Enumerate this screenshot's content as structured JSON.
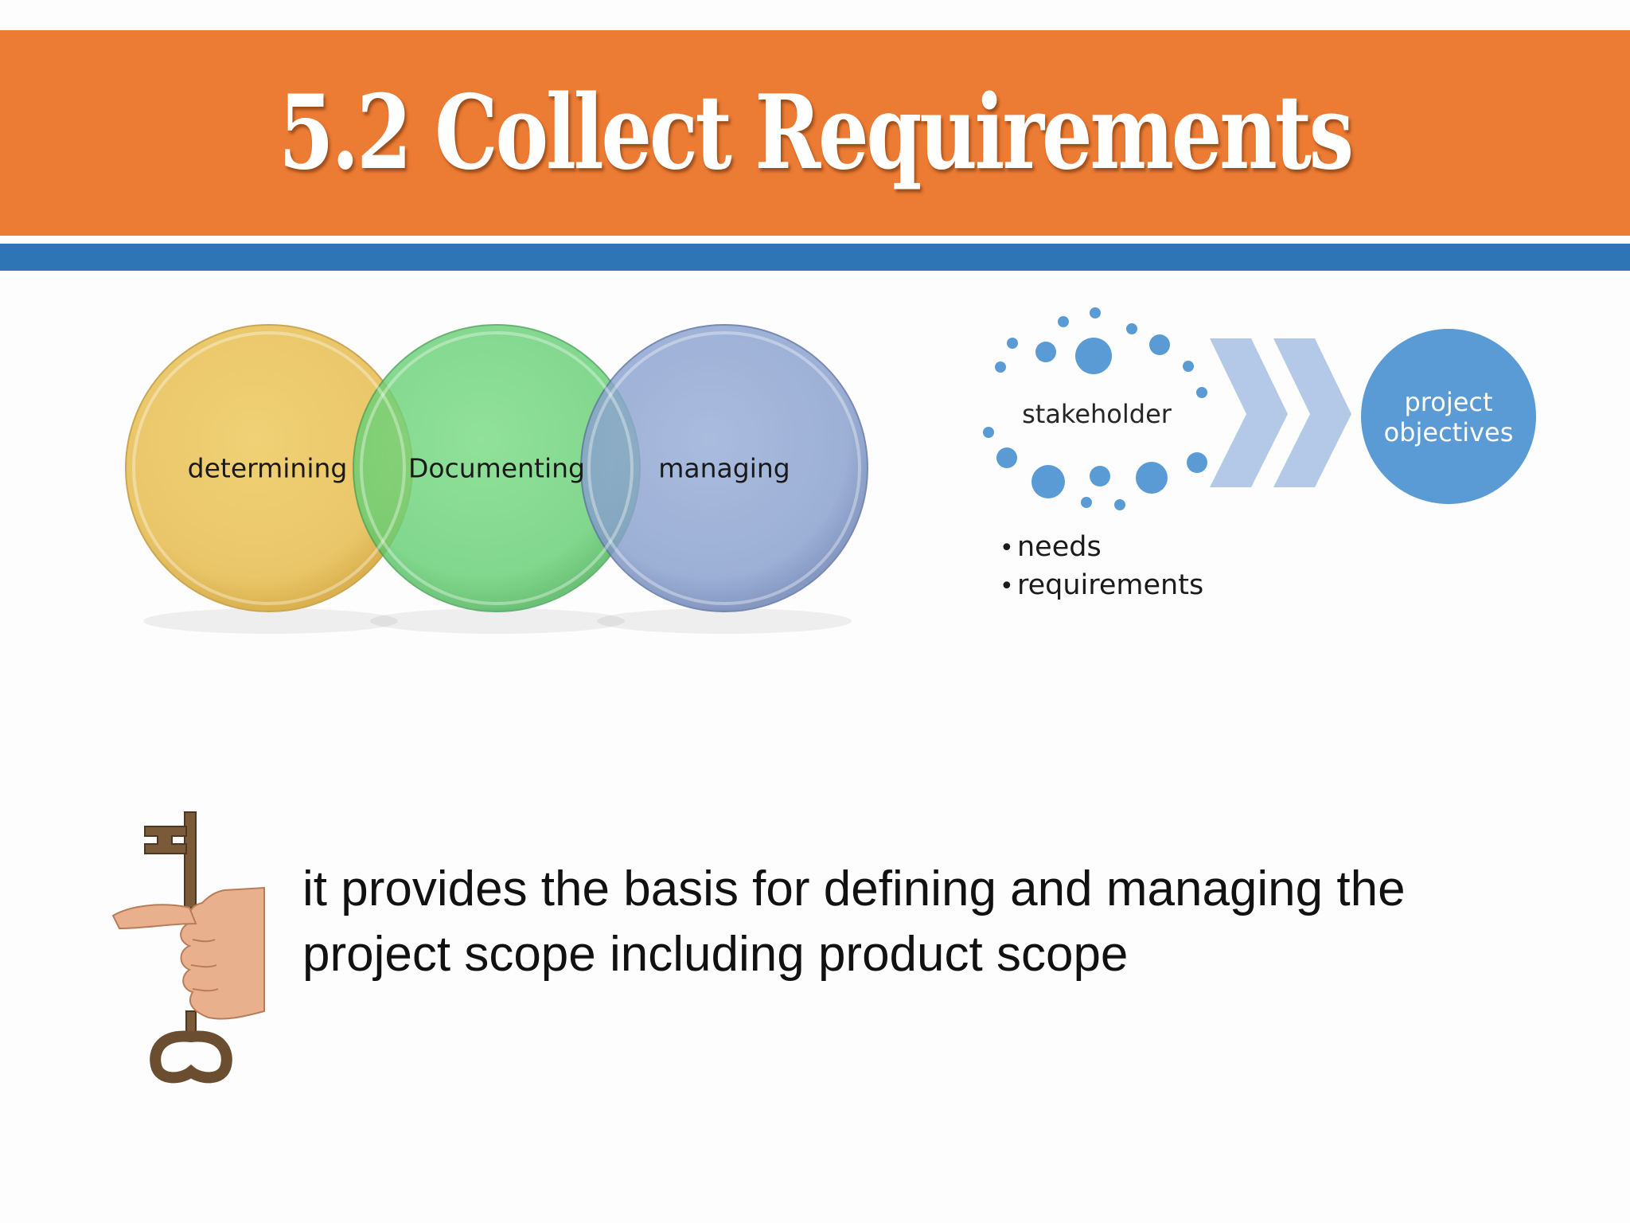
{
  "slide": {
    "title": "5.2 Collect Requirements",
    "colors": {
      "title_band": "#ec7b33",
      "accent_band": "#2e75b5",
      "circle_yellow": "#ecc766",
      "circle_green": "#6fd47c",
      "circle_blue": "#8ea4d0",
      "flow_blue": "#5b9bd5",
      "chevron": "#b4c9e8"
    }
  },
  "venn": {
    "items": [
      {
        "label": "determining",
        "color": "#ecc766"
      },
      {
        "label": "Documenting",
        "color": "#6fd47c"
      },
      {
        "label": "managing",
        "color": "#8ea4d0"
      }
    ]
  },
  "flow": {
    "source_label": "stakeholder",
    "target_label_line1": "project",
    "target_label_line2": "objectives",
    "bullets": [
      "needs",
      "requirements"
    ]
  },
  "body": {
    "text": "it provides the basis for defining and managing the project scope including product scope",
    "image_icon": "hand-holding-key"
  }
}
